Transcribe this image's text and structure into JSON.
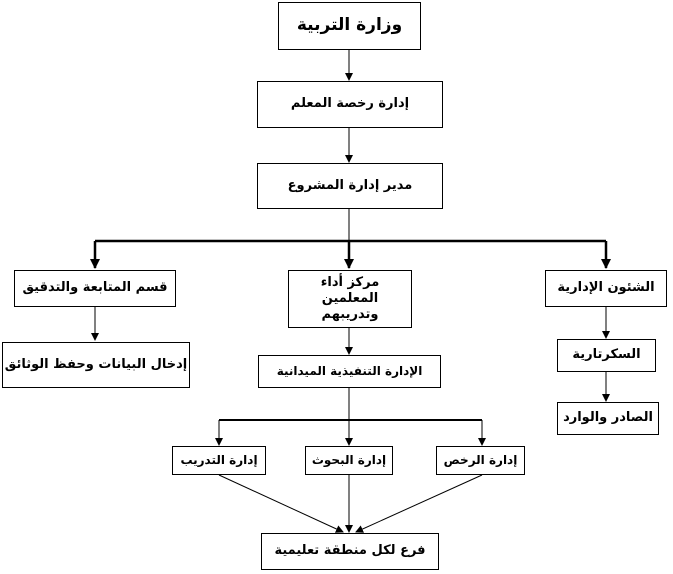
{
  "chart": {
    "nodes": {
      "ministry": "وزارة التربية",
      "license_admin": "إدارة رخصة المعلم",
      "project_manager": "مدير إدارة المشروع",
      "follow_up": "قسم المتابعة والتدقيق",
      "teacher_center": "مركز أداء المعلمين وتدريبهم",
      "admin_affairs": "الشئون الإدارية",
      "data_entry": "إدخال البيانات وحفظ الوثائق",
      "field_exec": "الإدارة التنفيذية الميدانية",
      "secretariat": "السكرتارية",
      "outgoing_incoming": "الصادر والوارد",
      "training_admin": "إدارة التدريب",
      "research_admin": "إدارة البحوث",
      "licenses_admin": "إدارة الرخص",
      "branch": "فرع لكل منطقة تعليمية"
    }
  }
}
